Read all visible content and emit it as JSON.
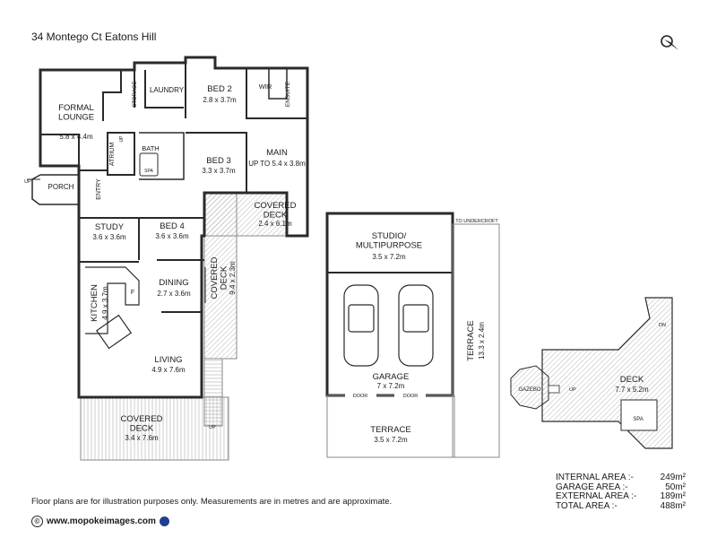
{
  "address": "34 Montego Ct Eatons Hill",
  "disclaimer": "Floor plans are for illustration purposes only. Measurements are in metres and are approximate.",
  "website": "www.mopokeimages.com",
  "copyright_symbol": "©",
  "rooms": {
    "formal_lounge": {
      "name": "FORMAL\nLOUNGE",
      "size": "5.8 x 4.4m"
    },
    "storage": {
      "name": "STORAGE"
    },
    "laundry": {
      "name": "LAUNDRY"
    },
    "bed2": {
      "name": "BED 2",
      "size": "2.8 x 3.7m"
    },
    "wir": {
      "name": "WIR"
    },
    "ensuite": {
      "name": "ENSUITE"
    },
    "atrium": {
      "name": "ATRIUM"
    },
    "bath": {
      "name": "BATH"
    },
    "spa_bath": {
      "name": "SPA"
    },
    "bed3": {
      "name": "BED 3",
      "size": "3.3 x 3.7m"
    },
    "main": {
      "name": "MAIN",
      "size": "UP TO 5.4 x 3.8m"
    },
    "porch": {
      "name": "PORCH"
    },
    "entry": {
      "name": "ENTRY"
    },
    "covered_deck_top": {
      "name": "COVERED\nDECK",
      "size": "2.4 x 6.1m"
    },
    "study": {
      "name": "STUDY",
      "size": "3.6 x 3.6m"
    },
    "bed4": {
      "name": "BED 4",
      "size": "3.6 x 3.6m"
    },
    "dining": {
      "name": "DINING",
      "size": "2.7 x 3.6m"
    },
    "kitchen": {
      "name": "KITCHEN",
      "size": "4.9 x 3.7m"
    },
    "fridge": {
      "name": "F"
    },
    "covered_deck_side": {
      "name": "COVERED\nDECK",
      "size": "9.4 x 2.3m"
    },
    "living": {
      "name": "LIVING",
      "size": "4.9 x 7.6m"
    },
    "covered_deck_bottom": {
      "name": "COVERED\nDECK",
      "size": "3.4 x 7.6m"
    },
    "studio": {
      "name": "STUDIO/\nMULTIPURPOSE",
      "size": "3.5 x 7.2m"
    },
    "garage": {
      "name": "GARAGE",
      "size": "7 x 7.2m"
    },
    "terrace_side": {
      "name": "TERRACE",
      "size": "13.3 x 2.4m"
    },
    "terrace_bottom": {
      "name": "TERRACE",
      "size": "3.5 x 7.2m"
    },
    "deck": {
      "name": "DECK",
      "size": "7.7 x 5.2m"
    },
    "spa": {
      "name": "SPA"
    },
    "gazebo": {
      "name": "GAZEBO"
    }
  },
  "labels": {
    "up": "UP",
    "dn": "DN",
    "door": "DOOR",
    "to_undercroft": "TO UNDERCROFT"
  },
  "areas": [
    {
      "label": "INTERNAL AREA",
      "value": "249m²"
    },
    {
      "label": "GARAGE AREA",
      "value": "50m²"
    },
    {
      "label": "EXTERNAL AREA",
      "value": "189m²"
    },
    {
      "label": "TOTAL AREA",
      "value": "488m²"
    }
  ],
  "colors": {
    "wall": "#2a2a2a",
    "hatch": "#9a9a9a",
    "text": "#1a1a1a"
  }
}
